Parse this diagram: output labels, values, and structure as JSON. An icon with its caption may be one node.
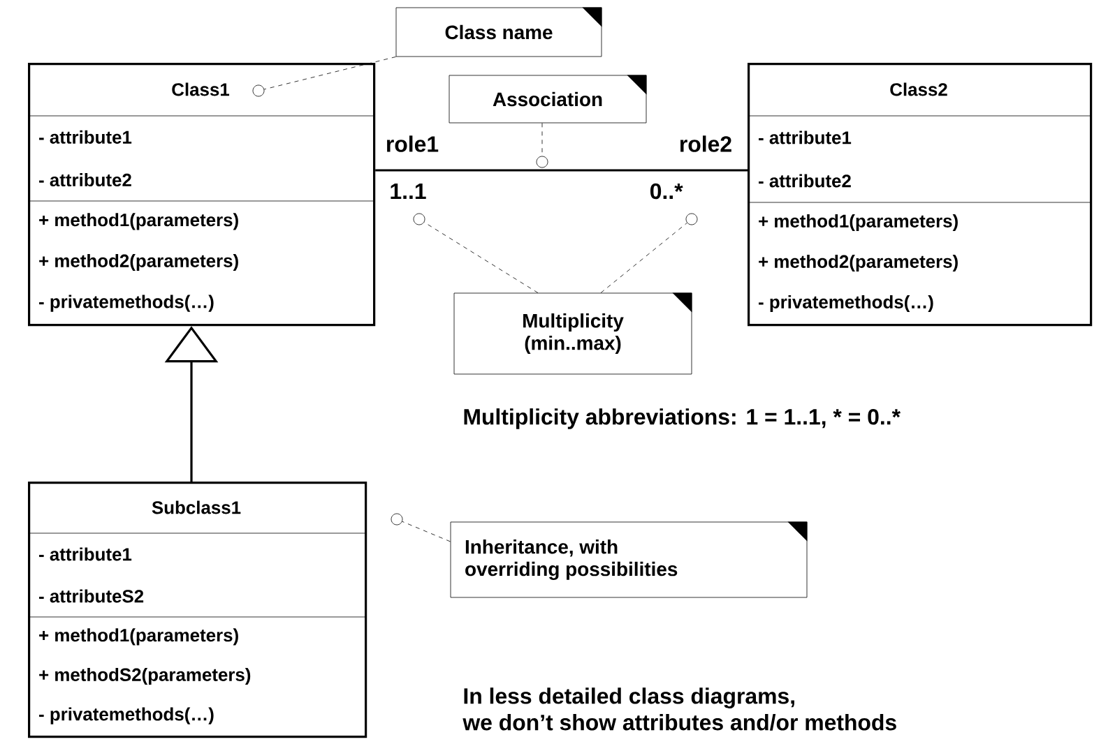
{
  "diagram": {
    "nodes": [
      {
        "text": [
          "Class1",
          "- attribute1",
          "- attribute2",
          "+ method1(parameters)",
          "+ method2(parameters)",
          "- privatemethods(…)"
        ]
      },
      {
        "text": [
          "Class2",
          "- attribute1",
          "- attribute2",
          "+ method1(parameters)",
          "+ method2(parameters)",
          "- privatemethods(…)"
        ]
      },
      {
        "text": [
          "Subclass1",
          "- attribute1",
          "- attributeS2",
          "+ method1(parameters)",
          "+ methodS2(parameters)",
          "- privatemethods(…)"
        ]
      },
      {
        "text": [
          "Class name"
        ]
      },
      {
        "text": [
          "Association"
        ]
      },
      {
        "text": [
          "Multiplicity (min..max)"
        ]
      },
      {
        "text": [
          "Inheritance, with overriding possibilities"
        ]
      },
      {
        "text": [],
        "shape": "circle",
        "in": 0
      },
      {
        "text": [],
        "shape": "circle"
      },
      {
        "text": [],
        "shape": "circle"
      },
      {
        "text": [],
        "shape": "circle"
      },
      {
        "text": [],
        "shape": "circle"
      }
    ],
    "edges": [
      {
        "from": 0,
        "to": 1,
        "arrow": "none"
      },
      {
        "from": 2,
        "to": 0,
        "arrow": "to"
      },
      {
        "from": 3,
        "to": 7,
        "arrow": "none",
        "style": "dashed"
      },
      {
        "from": 4,
        "to": 8,
        "arrow": "none",
        "style": "dashed"
      },
      {
        "from": 5,
        "to": 9,
        "arrow": "none",
        "style": "dashed"
      },
      {
        "from": 5,
        "to": 10,
        "arrow": "none",
        "style": "dashed"
      },
      {
        "from": 6,
        "to": 11,
        "arrow": "none",
        "style": "dashed"
      }
    ],
    "labels": [
      "role1",
      "role2",
      "1..1",
      "0..*",
      "Multiplicity abbreviations: 1 = 1..1, * = 0..*",
      "In less detailed class diagrams, we don’t show attributes and/or methods"
    ]
  }
}
